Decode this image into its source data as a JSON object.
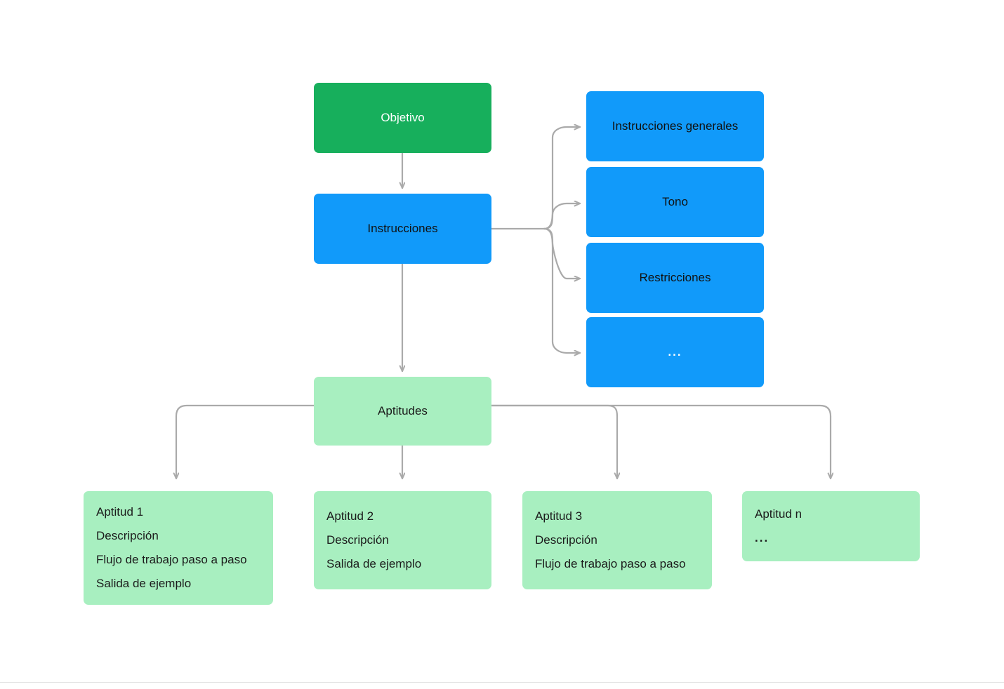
{
  "diagram": {
    "title_node": {
      "label": "Objetivo",
      "color": "#17af5c",
      "text_color": "#ffffff"
    },
    "instructions_node": {
      "label": "Instrucciones",
      "color": "#119afa"
    },
    "skills_node": {
      "label": "Aptitudes",
      "color": "#a8efc0"
    },
    "instruction_children": [
      {
        "label": "Instrucciones generales",
        "color": "#119afa"
      },
      {
        "label": "Tono",
        "color": "#119afa"
      },
      {
        "label": "Restricciones",
        "color": "#119afa"
      },
      {
        "label": "...",
        "color": "#119afa",
        "is_ellipsis": true
      }
    ],
    "skill_children": [
      {
        "title": "Aptitud 1",
        "lines": [
          "Descripción",
          "Flujo de trabajo paso a paso",
          "Salida de ejemplo"
        ],
        "color": "#a8efc0"
      },
      {
        "title": "Aptitud 2",
        "lines": [
          "Descripción",
          "Salida de ejemplo"
        ],
        "color": "#a8efc0"
      },
      {
        "title": "Aptitud 3",
        "lines": [
          "Descripción",
          "Flujo de trabajo paso a paso"
        ],
        "color": "#a8efc0"
      },
      {
        "title": "Aptitud n",
        "lines": [
          "..."
        ],
        "color": "#a8efc0"
      }
    ],
    "connector_color": "#aaaaaa"
  }
}
